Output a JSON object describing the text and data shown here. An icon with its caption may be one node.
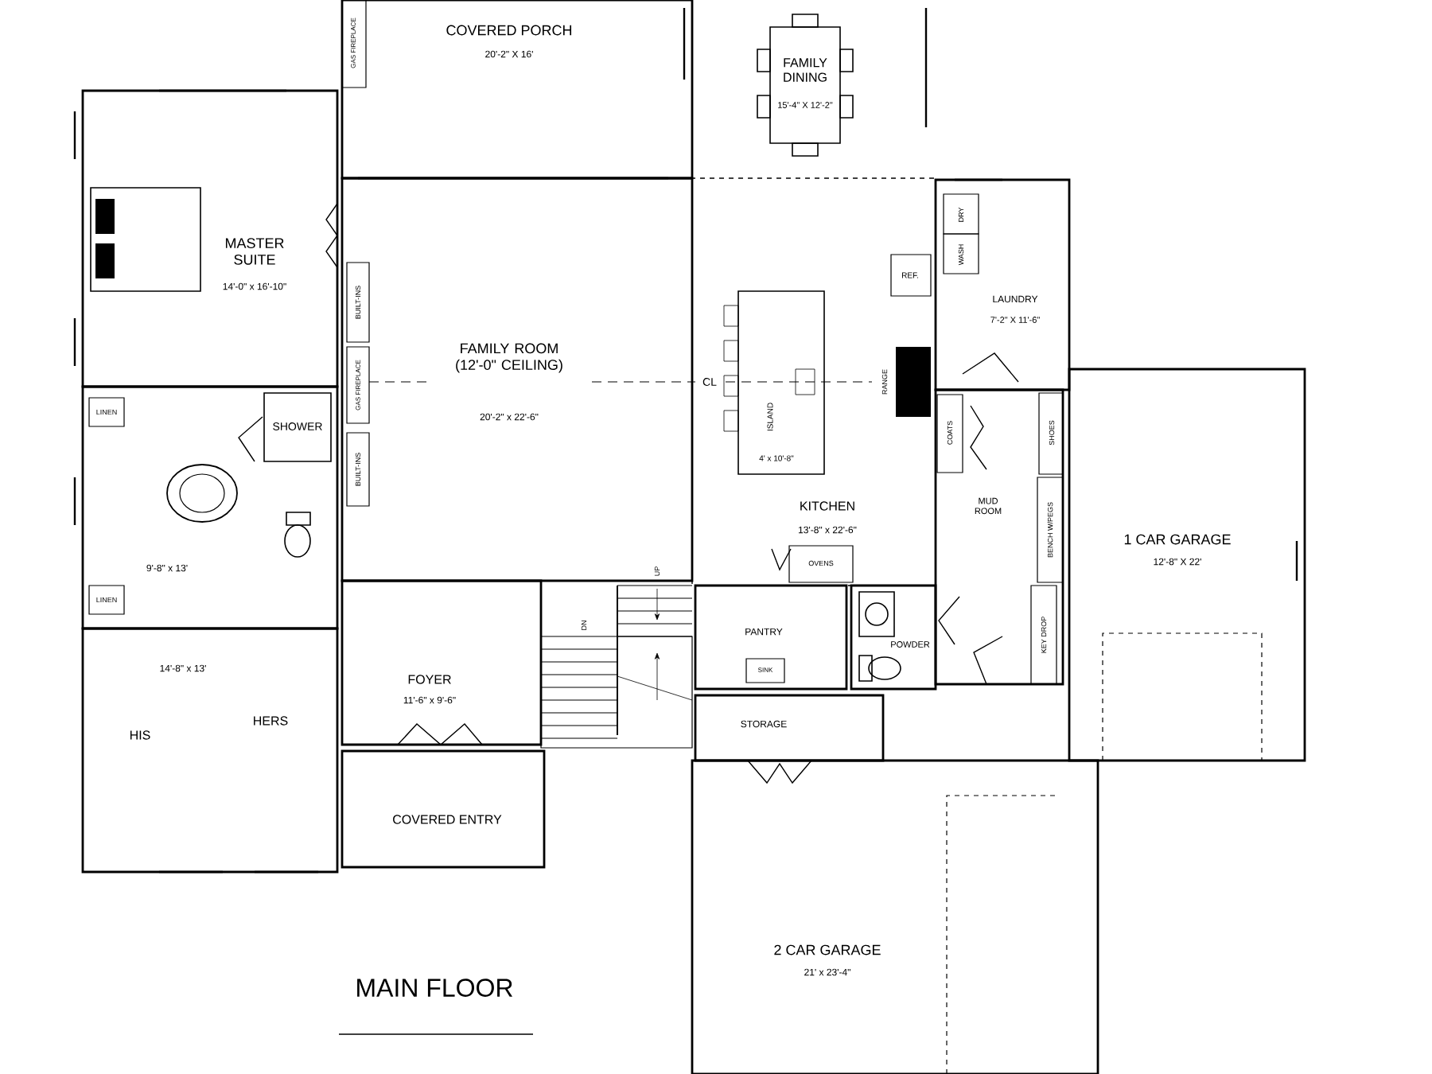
{
  "diagram": {
    "title": "MAIN FLOOR",
    "nodes": [
      {
        "text": [
          "COVERED PORCH",
          "20'-2\" X 16'"
        ]
      },
      {
        "text": [
          "FAMILY DINING",
          "15'-4\" X 12'-2\""
        ]
      },
      {
        "text": [
          "MASTER SUITE",
          "14'-0\" x 16'-10\""
        ]
      },
      {
        "text": [
          "FAMILY ROOM (12'-0\" CEILING)",
          "20'-2\" x 22'-6\""
        ]
      },
      {
        "text": [
          "LAUNDRY",
          "7'-2\" X 11'-6\""
        ]
      },
      {
        "text": [
          "KITCHEN",
          "13'-8\" x 22'-6\""
        ]
      },
      {
        "text": [
          "9'-8\" x 13'"
        ]
      },
      {
        "text": [
          "SHOWER"
        ],
        "in": 6
      },
      {
        "text": [
          "14'-8\" x 13'"
        ]
      },
      {
        "text": [
          "FOYER",
          "11'-6\" x 9'-6\""
        ]
      },
      {
        "text": [
          "COVERED ENTRY"
        ]
      },
      {
        "text": [
          "PANTRY"
        ]
      },
      {
        "text": [
          "POWDER"
        ]
      },
      {
        "text": [
          "MUD ROOM"
        ]
      },
      {
        "text": [
          "1 CAR GARAGE",
          "12'-8\" X 22'"
        ]
      },
      {
        "text": [
          "STORAGE"
        ]
      },
      {
        "text": [
          "2 CAR GARAGE",
          "21' x 23'-4\""
        ]
      }
    ],
    "labels": [
      "GAS FIREPLACE",
      "BUILT-INS",
      "GAS FIREPLACE",
      "BUILT-INS",
      "LINEN",
      "LINEN",
      "REF.",
      "RANGE",
      "ISLAND",
      "4' x 10'-8\"",
      "CL",
      "DRY",
      "WASH",
      "COATS",
      "SHOES",
      "BENCH W/PEGS",
      "KEY DROP",
      "OVENS",
      "SINK",
      "UP",
      "DN",
      "HIS",
      "HERS"
    ]
  }
}
